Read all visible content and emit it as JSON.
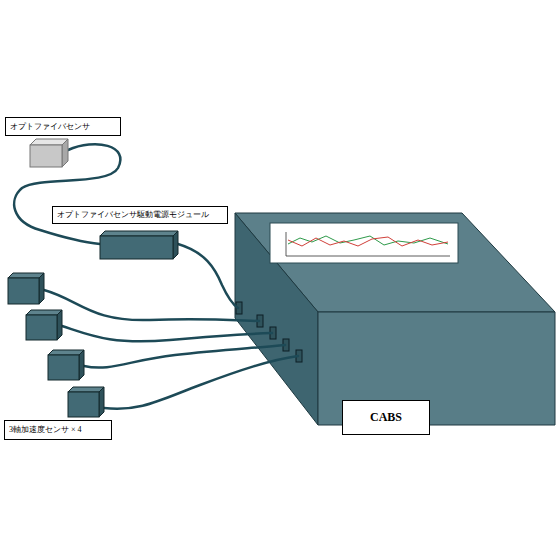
{
  "diagram": {
    "nodes": [
      {
        "text": [
          "オプトファイバセンサ"
        ]
      },
      {
        "text": [
          "オプトファイバセンサ駆動電源モジュール"
        ]
      },
      {
        "text": [
          "3軸加速度センサ × 4"
        ]
      },
      {
        "text": [
          "CABS"
        ]
      }
    ]
  }
}
